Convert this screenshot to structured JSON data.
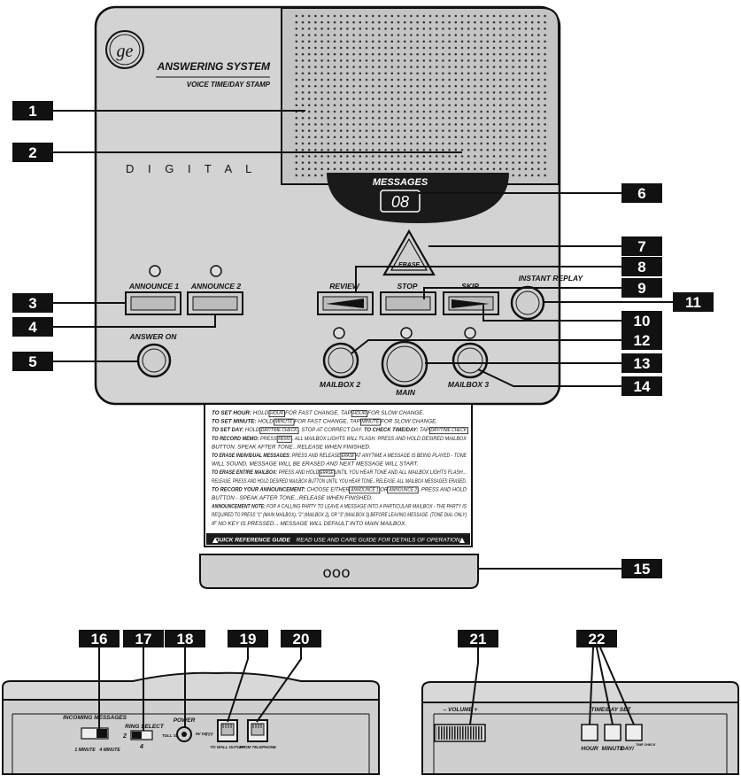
{
  "brand": {
    "logo_text": "GE",
    "title": "ANSWERING SYSTEM",
    "subtitle": "VOICE TIME/DAY STAMP",
    "digital": "D I G I T A L"
  },
  "display": {
    "label": "MESSAGES",
    "value": "08"
  },
  "buttons": {
    "erase": "ERASE",
    "announce1": "ANNOUNCE 1",
    "announce2": "ANNOUNCE 2",
    "answer_on": "ANSWER ON",
    "review": "REVIEW",
    "stop": "STOP",
    "skip": "SKIP",
    "instant_replay": "INSTANT REPLAY",
    "mailbox2": "MAILBOX 2",
    "main": "MAIN",
    "mailbox3": "MAILBOX 3"
  },
  "quick_ref": {
    "lines": [
      [
        "TO SET HOUR:",
        " HOLD ",
        "[HOUR]",
        " FOR FAST CHANGE, TAP ",
        "[HOUR]",
        " FOR SLOW CHANGE."
      ],
      [
        "TO SET MINUTE:",
        " HOLD ",
        "[MINUTE]",
        " FOR FAST CHANGE, TAP ",
        "[MINUTE]",
        " FOR SLOW CHANGE."
      ],
      [
        "TO SET DAY:",
        " HOLD ",
        "[DAY/TIME CHECK]",
        " . STOP AT CORRECT DAY.    ",
        "TO CHECK TIME/DAY:",
        " TAP ",
        "[DAY/TIME CHECK]"
      ],
      [
        "TO RECORD MEMO:",
        " PRESS ",
        "[MEMO]",
        " . ALL MAILBOX LIGHTS WILL FLASH. PRESS AND HOLD DESIRED MAILBOX"
      ],
      [
        "",
        "BUTTON. SPEAK AFTER TONE...RELEASE WHEN FINISHED."
      ],
      [
        "TO ERASE INDIVIDUAL MESSAGES:",
        " PRESS AND RELEASE ",
        "[ERASE]",
        " AT ANYTIME A MESSAGE IS BEING PLAYED - TONE"
      ],
      [
        "",
        "WILL SOUND, MESSAGE WILL BE ERASED AND NEXT MESSAGE WILL START."
      ],
      [
        "TO ERASE ENTIRE MAILBOX:",
        " PRESS AND HOLD ",
        "[ERASE]",
        " UNTIL YOU HEAR TONE AND ALL MAILBOX LIGHTS FLASH..."
      ],
      [
        "",
        "RELEASE. PRESS AND HOLD DESIRED MAILBOX BUTTON UNTIL YOU HEAR TONE...RELEASE. ALL MAILBOX MESSAGES ERASED."
      ],
      [
        "TO RECORD YOUR ANNOUNCEMENT:",
        " CHOOSE EITHER ",
        "[ANNOUNCE 1]",
        " OR ",
        "[ANNOUNCE 2]",
        " . PRESS AND HOLD"
      ],
      [
        "",
        "BUTTON - SPEAK AFTER TONE...RELEASE WHEN FINISHED."
      ],
      [
        "ANNOUNCEMENT NOTE:",
        " FOR A CALLING PARTY TO LEAVE A MESSAGE INTO A PARTICULAR MAILBOX - THE PARTY IS"
      ],
      [
        "",
        "REQUIRED TO PRESS \"1\" (MAIN MAILBOX), \"2\" (MAILBOX 2), OR \"3\" (MAILBOX 3) BEFORE LEAVING MESSAGE. (TONE DIAL ONLY)"
      ],
      [
        "",
        "IF NO KEY IS PRESSED... MESSAGE WILL DEFAULT INTO MAIN MAILBOX."
      ]
    ],
    "footer_title": "QUICK REFERENCE GUIDE",
    "footer_text": "READ USE AND CARE GUIDE FOR DETAILS OF OPERATION.",
    "arrow": "▲",
    "drawer_dots": "ooo"
  },
  "back_panel": {
    "incoming_messages": "INCOMING MESSAGES",
    "im_minute1": "1 MINUTE",
    "im_minute4": "4 MINUTE",
    "ring_select": "RING SELECT",
    "ring_2": "2",
    "ring_4": "4",
    "toll_saver": "TOLL SAVER",
    "power": "POWER",
    "power_spec": "9V DC",
    "to_wall_outlet": "TO WALL OUTLET",
    "from_telephone": "FROM TELEPHONE"
  },
  "side_panel": {
    "volume": "– VOLUME +",
    "time_day_set": "TIME/DAY SET",
    "hour": "HOUR",
    "minute": "MINUTE",
    "day": "DAY/",
    "time_check": "TIME CHECK"
  },
  "callouts": [
    "1",
    "2",
    "3",
    "4",
    "5",
    "6",
    "7",
    "8",
    "9",
    "10",
    "11",
    "12",
    "13",
    "14",
    "15",
    "16",
    "17",
    "18",
    "19",
    "20",
    "21",
    "22"
  ],
  "colors": {
    "body": "#d3d3d3",
    "panel": "#c6c6c6",
    "dark": "#1a1a1a",
    "speaker": "#b8b8b8"
  }
}
